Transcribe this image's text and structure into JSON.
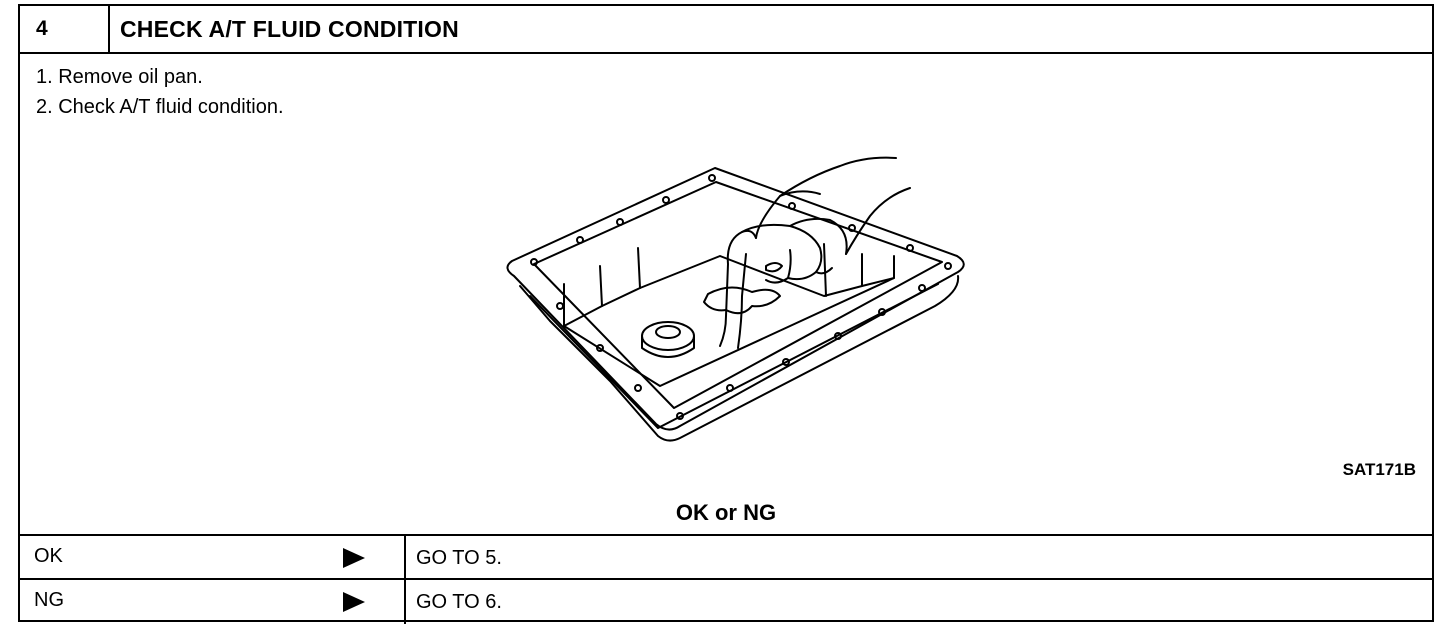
{
  "header": {
    "step": "4",
    "title": "CHECK A/T FLUID CONDITION"
  },
  "instructions": [
    "1.  Remove oil pan.",
    "2.  Check A/T fluid condition."
  ],
  "figure": {
    "code": "SAT171B",
    "icon": "oil-pan-hand-illustration"
  },
  "question": "OK or NG",
  "results": [
    {
      "result": "OK",
      "action": "GO TO 5."
    },
    {
      "result": "NG",
      "action": "GO TO 6."
    }
  ]
}
